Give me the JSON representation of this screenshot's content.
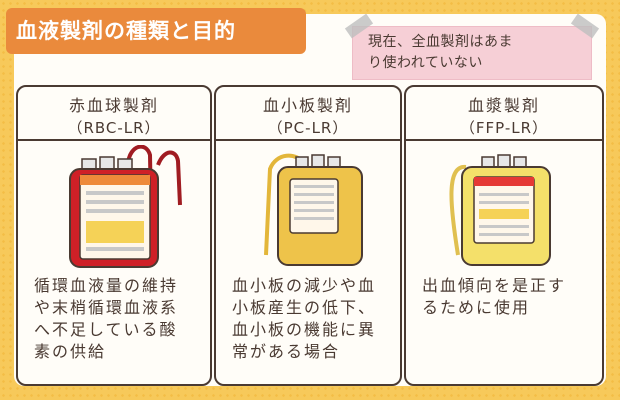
{
  "title": "血液製剤の種類と目的",
  "note": {
    "lines": [
      "現在、全血製剤はあま",
      "り使われていない"
    ]
  },
  "cards": [
    {
      "name": "赤血球製剤",
      "code": "（RBC-LR）",
      "color": "#cf2027",
      "desc": [
        "循環血液量の維持",
        "や末梢循環血液系",
        "へ不足している酸",
        "素の供給"
      ]
    },
    {
      "name": "血小板製剤",
      "code": "（PC-LR）",
      "color": "#eec34a",
      "desc": [
        "血小板の減少や血",
        "小板産生の低下、",
        "血小板の機能に異",
        "常がある場合"
      ]
    },
    {
      "name": "血漿製剤",
      "code": "（FFP-LR）",
      "color": "#f4e06a",
      "desc": [
        "出血傾向を是正す",
        "るために使用"
      ]
    }
  ]
}
